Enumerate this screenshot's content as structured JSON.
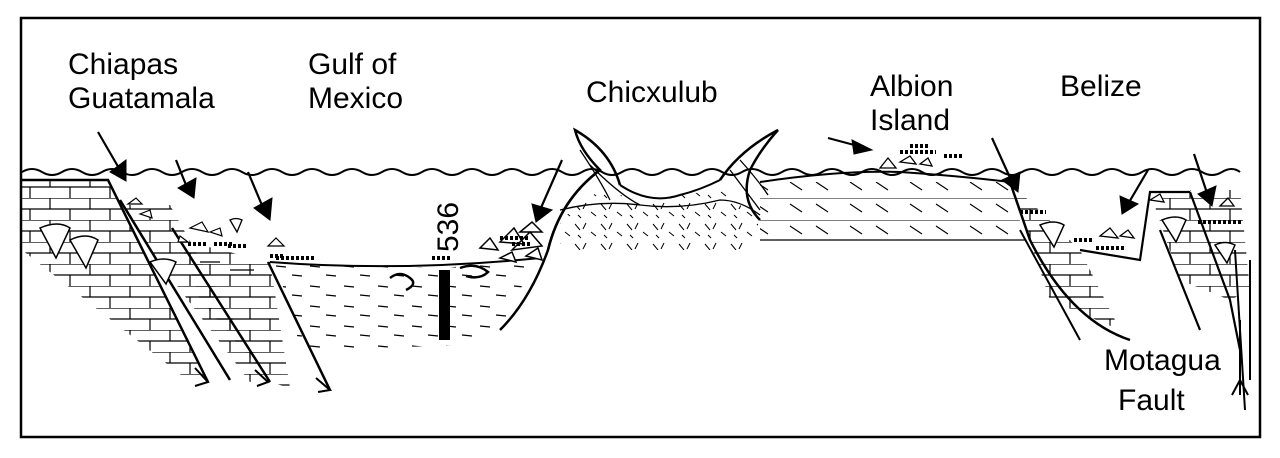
{
  "diagram": {
    "labels": {
      "chiapas": "Chiapas",
      "guatamala": "Guatamala",
      "gulf_of": "Gulf of",
      "mexico": "Mexico",
      "chicxulub": "Chicxulub",
      "albion": "Albion",
      "island": "Island",
      "belize": "Belize",
      "motagua": "Motagua",
      "fault": "Fault",
      "site": "536"
    }
  }
}
